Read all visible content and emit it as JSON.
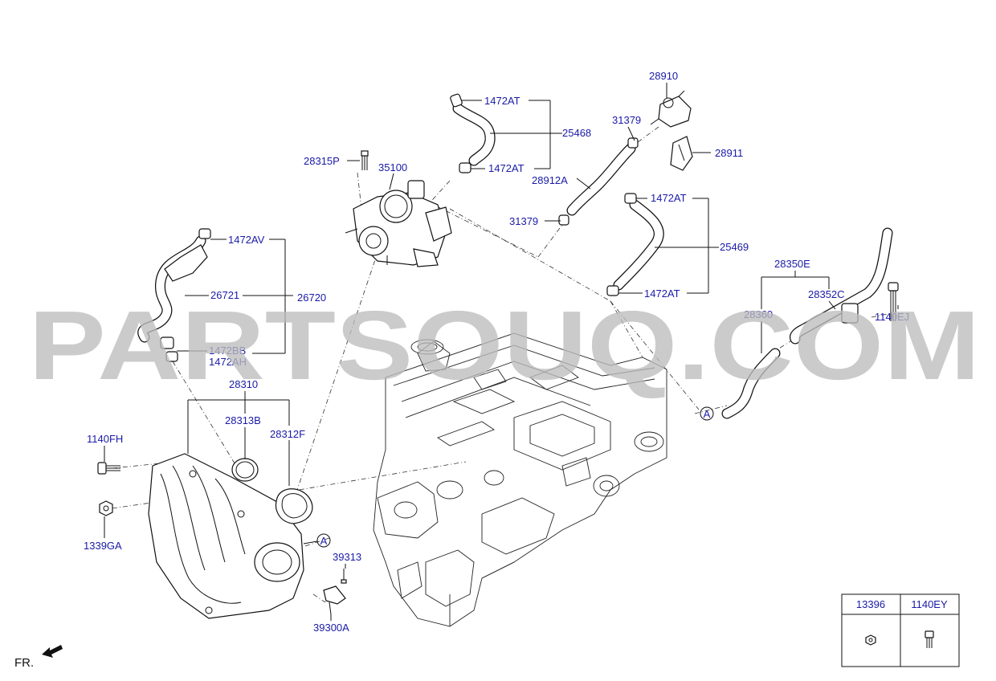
{
  "watermark": "PARTSOUQ.COM",
  "direction_label": "FR.",
  "callouts": {
    "c28910": "28910",
    "c1472AT_a": "1472AT",
    "c31379_a": "31379",
    "c25468": "25468",
    "c28315P": "28315P",
    "c35100": "35100",
    "c1472AT_b": "1472AT",
    "c28911": "28911",
    "c28912A": "28912A",
    "c1472AT_c": "1472AT",
    "c31379_b": "31379",
    "c25469": "25469",
    "c1472AV": "1472AV",
    "c28350E": "28350E",
    "c26721": "26721",
    "c26720": "26720",
    "c1472AT_d": "1472AT",
    "c28352C": "28352C",
    "c28360": "28360",
    "c1140EJ": "1140EJ",
    "c1472BB": "1472BB",
    "c1472AH": "1472AH",
    "c28310": "28310",
    "c28313B": "28313B",
    "c28312F": "28312F",
    "c1140FH": "1140FH",
    "c1339GA": "1339GA",
    "c39313": "39313",
    "c39300A": "39300A",
    "refA1": "A",
    "refA2": "A"
  },
  "parts_table": {
    "headers": [
      "13396",
      "1140EY"
    ],
    "icons": [
      "nut-icon",
      "flange-bolt-icon"
    ]
  }
}
